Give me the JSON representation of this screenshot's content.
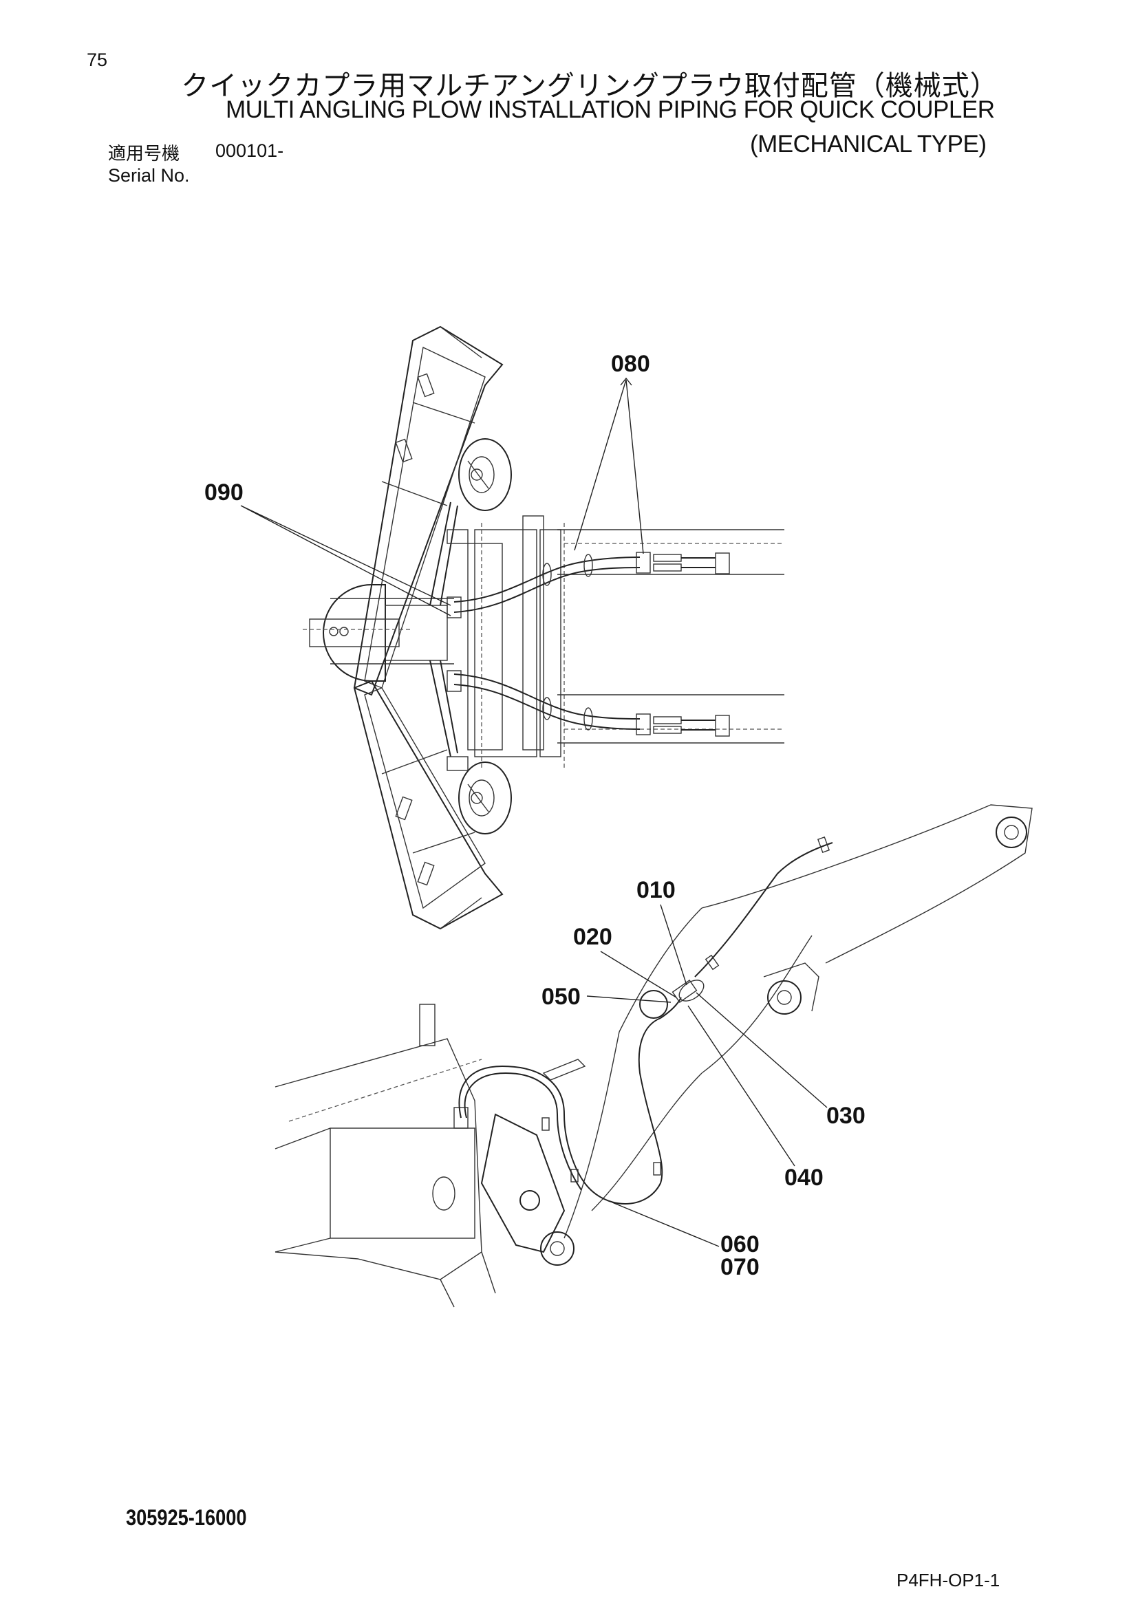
{
  "page": {
    "number": "75",
    "title_ja": "クイックカプラ用マルチアングリングプラウ取付配管（機械式）",
    "title_en_line1": "MULTI ANGLING PLOW INSTALLATION PIPING FOR QUICK COUPLER",
    "title_en_line2": "(MECHANICAL TYPE)",
    "serial_label_ja": "適用号機",
    "serial_range": "000101-",
    "serial_label_en": "Serial No.",
    "drawing_number": "305925-16000",
    "page_code": "P4FH-OP1-1"
  },
  "callouts": {
    "c080": "080",
    "c090": "090",
    "c010": "010",
    "c020": "020",
    "c050": "050",
    "c030": "030",
    "c040": "040",
    "c060": "060",
    "c070": "070"
  }
}
